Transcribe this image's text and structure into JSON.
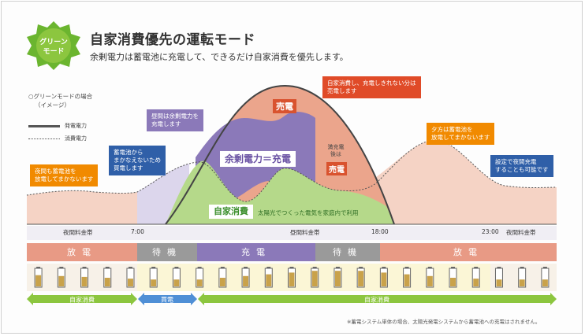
{
  "badge": {
    "line1": "グリーン",
    "line2": "モード"
  },
  "title": "自家消費優先の運転モード",
  "subtitle": "余剰電力は蓄電池に充電して、できるだけ自家消費を優先します。",
  "legend": {
    "heading_line1": "○グリーンモードの場合",
    "heading_line2": "（イメージ）",
    "generation": "発電電力",
    "consumption": "消費電力"
  },
  "callouts": {
    "night_left": {
      "line1": "夜間も蓄電池を",
      "line2": "放電してまかないます"
    },
    "shortfall": {
      "line1": "蓄電池から",
      "line2": "まかなえないため",
      "line3": "買電します"
    },
    "daytime": {
      "line1": "昼間は余剰電力を",
      "line2": "充電します"
    },
    "overflow": {
      "line1": "自家消費し、充電しきれない分は",
      "line2": "売電します"
    },
    "evening": {
      "line1": "夕方は蓄電池を",
      "line2": "放電してまかないます"
    },
    "night_right": {
      "line1": "設定で夜間充電",
      "line2": "することも可能です"
    }
  },
  "areas": {
    "charge_top": "売電",
    "surplus": "余剰電力＝充電",
    "full_charge_line1": "満充電",
    "full_charge_line2": "後は",
    "charge_bottom": "売電",
    "self_consumption": "自家消費",
    "self_consumption_desc": "太陽光でつくった電気を家庭内で利用"
  },
  "timeline": {
    "night_left": "夜間料金帯",
    "t1": "7:00",
    "daytime": "昼間料金帯",
    "t2": "18:00",
    "t3": "23:00",
    "night_right": "夜間料金帯"
  },
  "phases": [
    {
      "label": "放電",
      "color": "#e89a85"
    },
    {
      "label": "待機",
      "color": "#9a9a9a"
    },
    {
      "label": "充電",
      "color": "#8b79b9"
    },
    {
      "label": "待機",
      "color": "#9a9a9a"
    },
    {
      "label": "放電",
      "color": "#e89a85"
    }
  ],
  "battery_levels": [
    0.65,
    0.6,
    0.55,
    0.5,
    0.45,
    0.4,
    0.4,
    0.4,
    0.5,
    0.6,
    0.7,
    0.8,
    0.9,
    0.9,
    0.9,
    0.8,
    0.7,
    0.6,
    0.5,
    0.45,
    0.4,
    0.4,
    0.4
  ],
  "arrows": {
    "left": "自家消費",
    "buy": "買電",
    "right": "自家消費"
  },
  "footnote": "※蓄電システム単体の場合、太陽光発電システムから蓄電池への充電はされません。",
  "colors": {
    "green": "#8cc63f",
    "orange": "#f18a00",
    "purple": "#8b79b9",
    "red": "#e04b28",
    "blue": "#2f5fa8",
    "pink": "#f5d3c5",
    "salmon": "#eba58c"
  }
}
